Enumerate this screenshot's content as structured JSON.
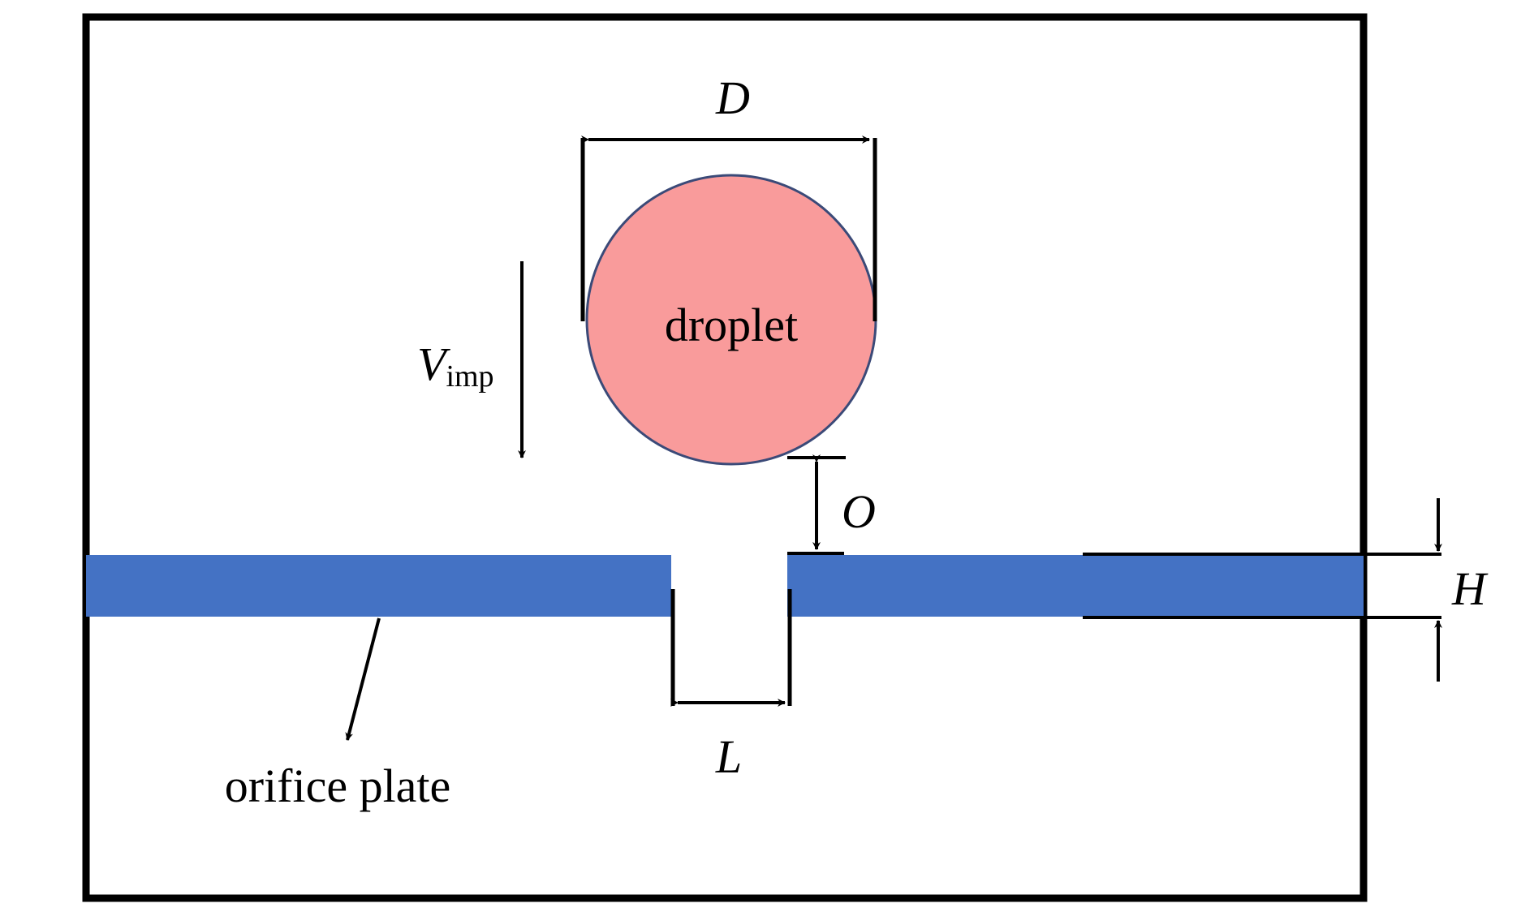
{
  "labels": {
    "droplet": "droplet",
    "diameter": "D",
    "velocity_main": "V",
    "velocity_sub": "imp",
    "offset": "O",
    "height": "H",
    "length": "L",
    "plate": "orifice plate"
  },
  "colors": {
    "droplet_fill": "#F99B9B",
    "droplet_stroke": "#3B4A78",
    "plate_fill": "#4472C4",
    "line": "#000000",
    "background": "#FFFFFF"
  }
}
